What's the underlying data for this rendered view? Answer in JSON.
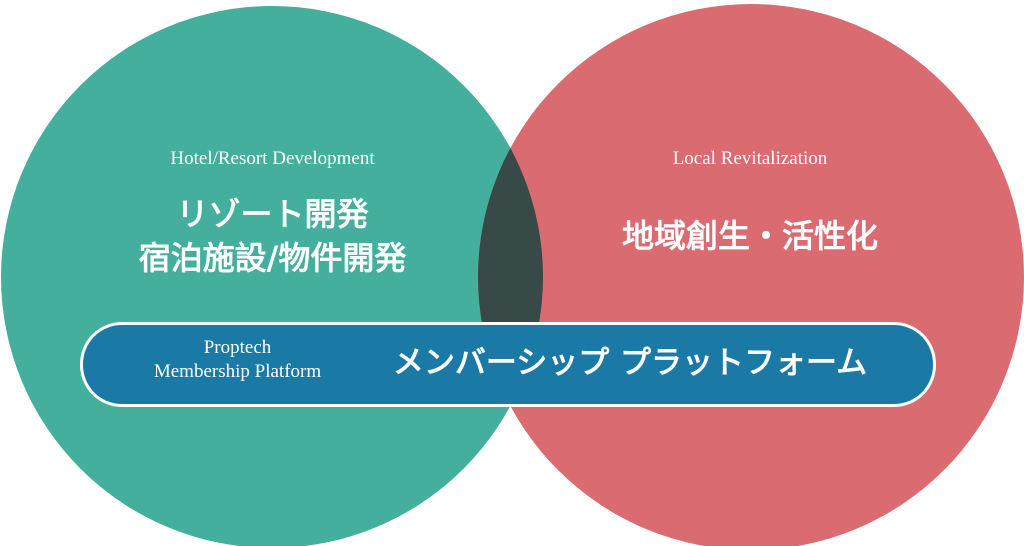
{
  "colors": {
    "left": "#43af9c",
    "right": "#d96b71",
    "overlap": "#374a47",
    "pill": "#1b7aa5"
  },
  "left_circle": {
    "en_label": "Hotel/Resort Development",
    "jp_line1": "リゾート開発",
    "jp_line2": "宿泊施設/物件開発"
  },
  "right_circle": {
    "en_label": "Local Revitalization",
    "jp_label": "地域創生・活性化"
  },
  "platform": {
    "en_line1": "Proptech",
    "en_line2": "Membership Platform",
    "jp_label": "メンバーシップ プラットフォーム"
  }
}
